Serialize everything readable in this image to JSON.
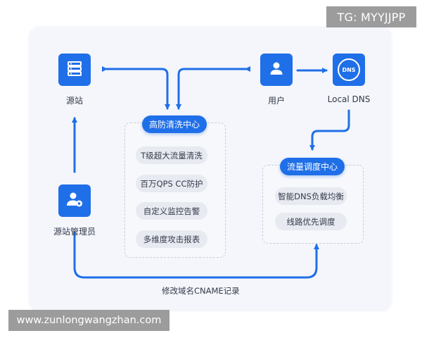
{
  "watermarks": {
    "tg": "TG: MYYJJPP",
    "site": "www.zunlongwangzhan.com"
  },
  "nodes": {
    "origin": {
      "label": "源站",
      "icon": "server-icon"
    },
    "user": {
      "label": "用户",
      "icon": "user-icon"
    },
    "local_dns": {
      "label": "Local DNS",
      "icon": "dns-icon",
      "icon_text": "DNS"
    },
    "origin_admin": {
      "label": "源站管理员",
      "icon": "admin-user-settings-icon"
    }
  },
  "scrubbing_center": {
    "title": "高防清洗中心",
    "items": [
      "T级超大流量清洗",
      "百万QPS CC防护",
      "自定义监控告警",
      "多维度攻击报表"
    ]
  },
  "traffic_dispatch_center": {
    "title": "流量调度中心",
    "items": [
      "智能DNS负载均衡",
      "线路优先调度"
    ]
  },
  "cname_caption": "修改域名CNAME记录",
  "colors": {
    "accent": "#1f6fe8",
    "card_bg": "#f4f6fb",
    "pill_bg": "#e7eaf0",
    "watermark_bg": "#9c9c9c"
  }
}
